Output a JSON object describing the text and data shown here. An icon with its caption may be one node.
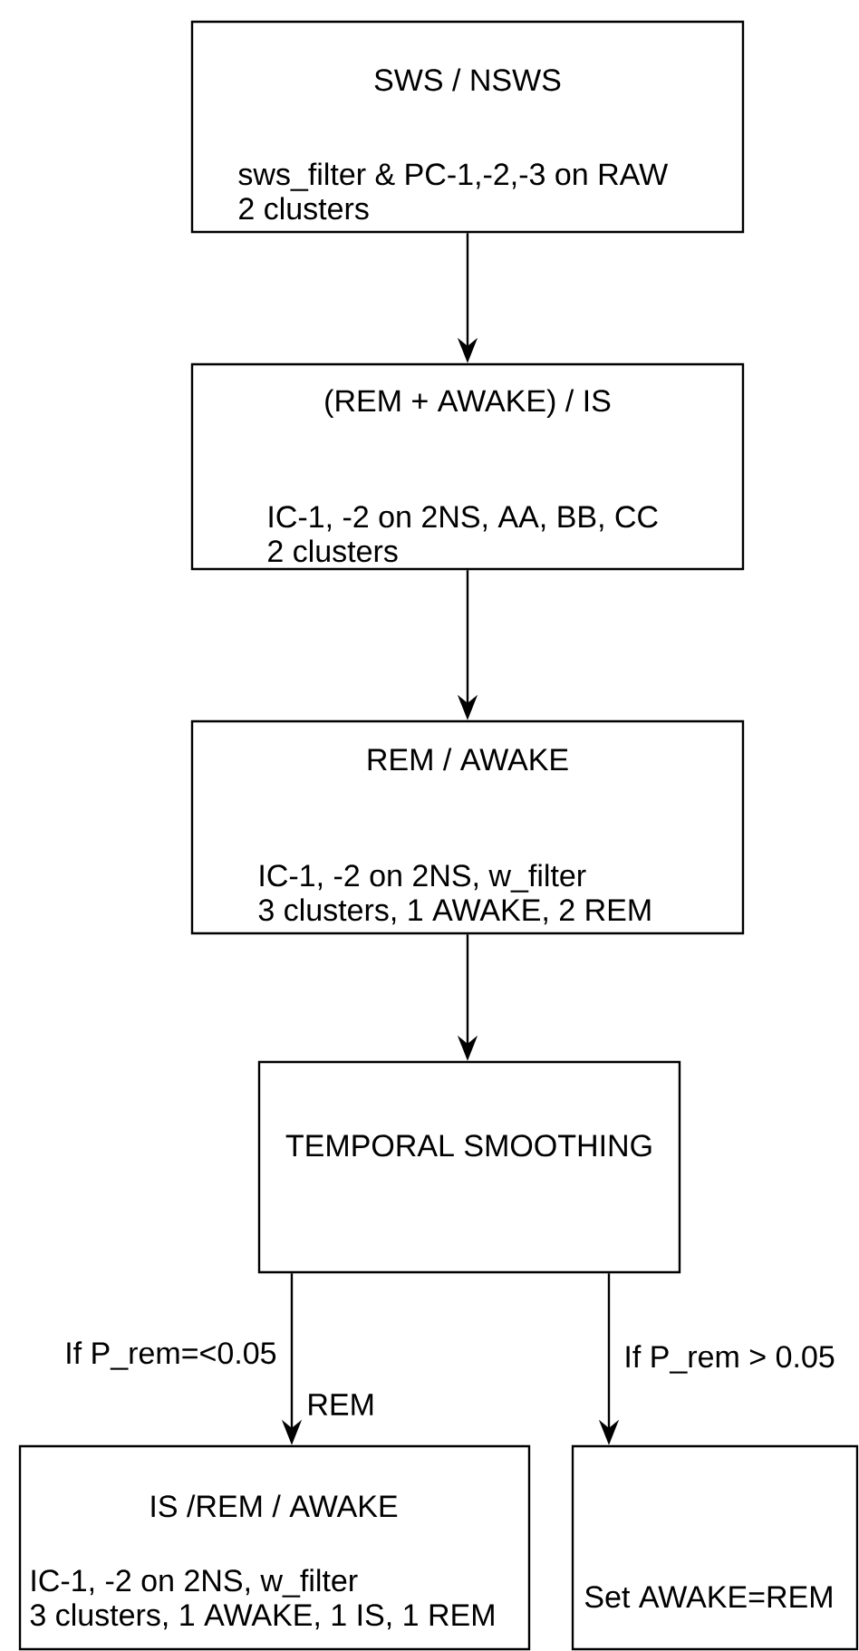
{
  "diagram": {
    "nodes": [
      {
        "text": [
          "SWS / NSWS",
          "sws_filter & PC-1,-2,-3 on RAW",
          "2 clusters"
        ]
      },
      {
        "text": [
          "(REM + AWAKE) / IS",
          "IC-1, -2 on 2NS, AA, BB, CC",
          "2 clusters"
        ]
      },
      {
        "text": [
          "REM / AWAKE",
          "IC-1, -2 on 2NS, w_filter",
          "3 clusters, 1 AWAKE, 2 REM"
        ]
      },
      {
        "text": [
          "TEMPORAL SMOOTHING"
        ]
      },
      {
        "text": [
          "IS /REM / AWAKE",
          "IC-1, -2 on 2NS, w_filter",
          "3 clusters, 1 AWAKE, 1 IS, 1 REM"
        ]
      },
      {
        "text": [
          "Set AWAKE=REM"
        ]
      }
    ],
    "edges": [
      {
        "from": 0,
        "to": 1,
        "arrow": "to"
      },
      {
        "from": 1,
        "to": 2,
        "arrow": "to"
      },
      {
        "from": 2,
        "to": 3,
        "arrow": "to"
      },
      {
        "from": 3,
        "to": 4,
        "arrow": "to",
        "label": "If P_rem=<0.05"
      },
      {
        "from": 3,
        "to": 5,
        "arrow": "to",
        "label": "If P_rem > 0.05"
      }
    ],
    "labels": [
      "REM"
    ]
  }
}
